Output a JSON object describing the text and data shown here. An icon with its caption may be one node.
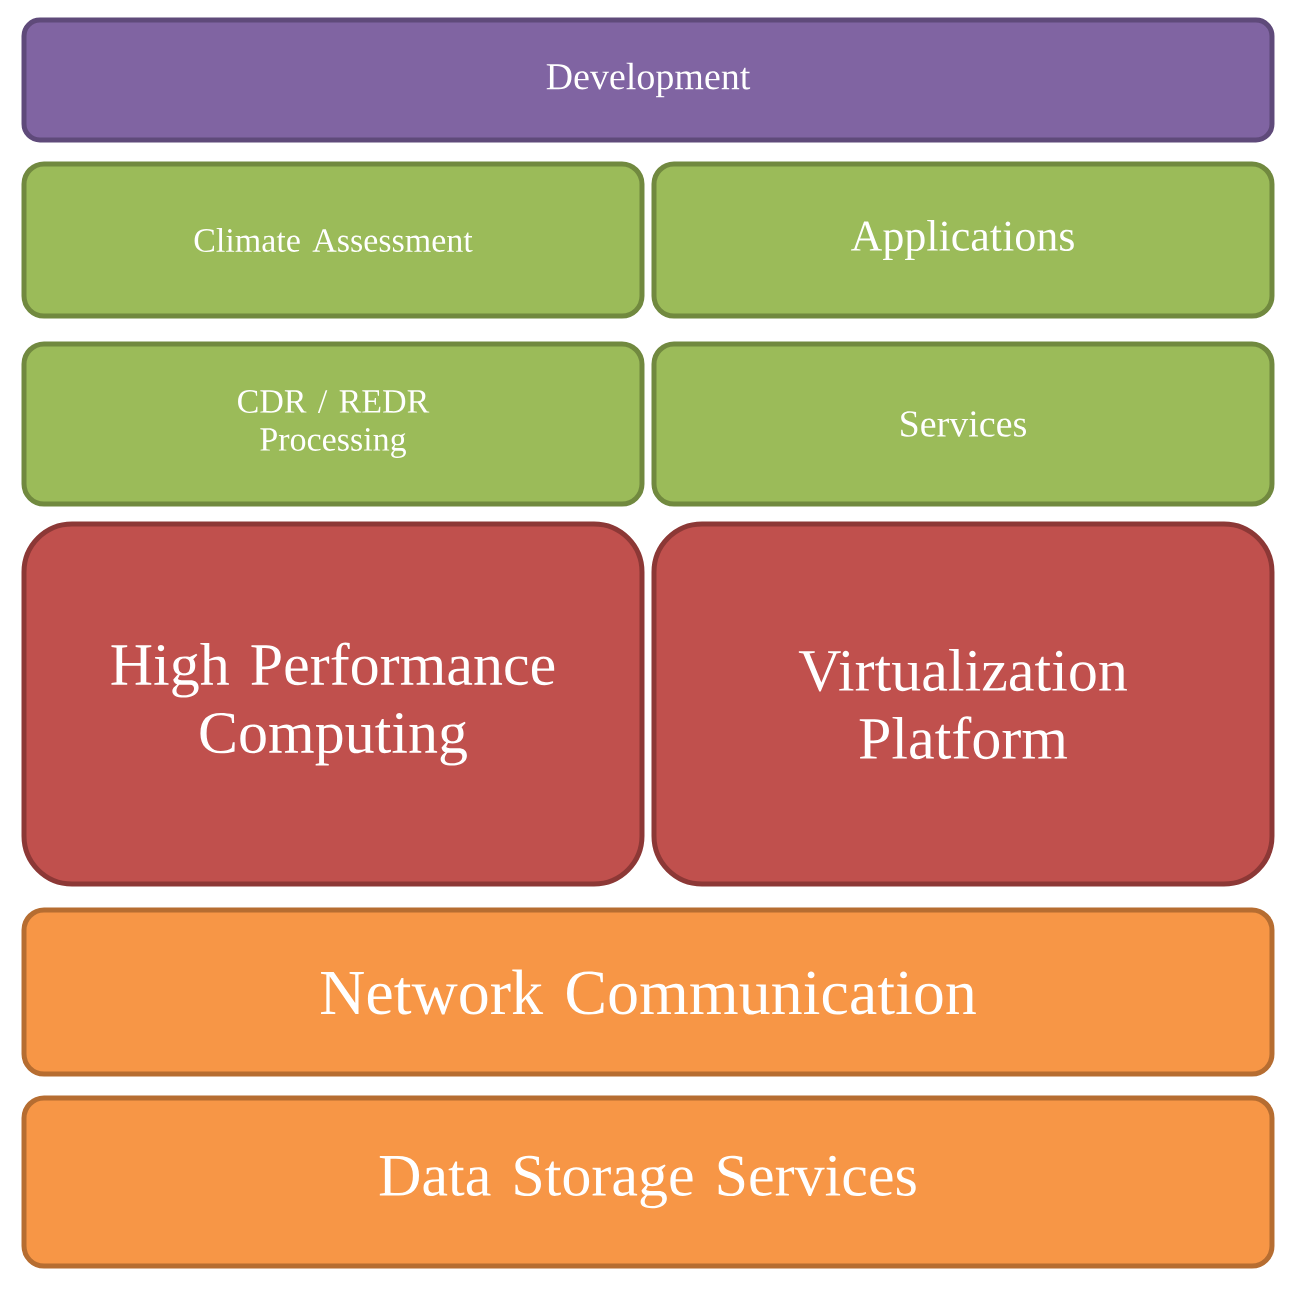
{
  "diagram": {
    "nodes": [
      {
        "text": [
          "Development"
        ]
      },
      {
        "text": [
          "Climate Assessment"
        ]
      },
      {
        "text": [
          "Applications"
        ]
      },
      {
        "text": [
          "CDR / REDR Processing"
        ]
      },
      {
        "text": [
          "Services"
        ]
      },
      {
        "text": [
          "High Performance Computing"
        ]
      },
      {
        "text": [
          "Virtualization Platform"
        ]
      },
      {
        "text": [
          "Network Communication"
        ]
      },
      {
        "text": [
          "Data Storage Services"
        ]
      }
    ]
  }
}
